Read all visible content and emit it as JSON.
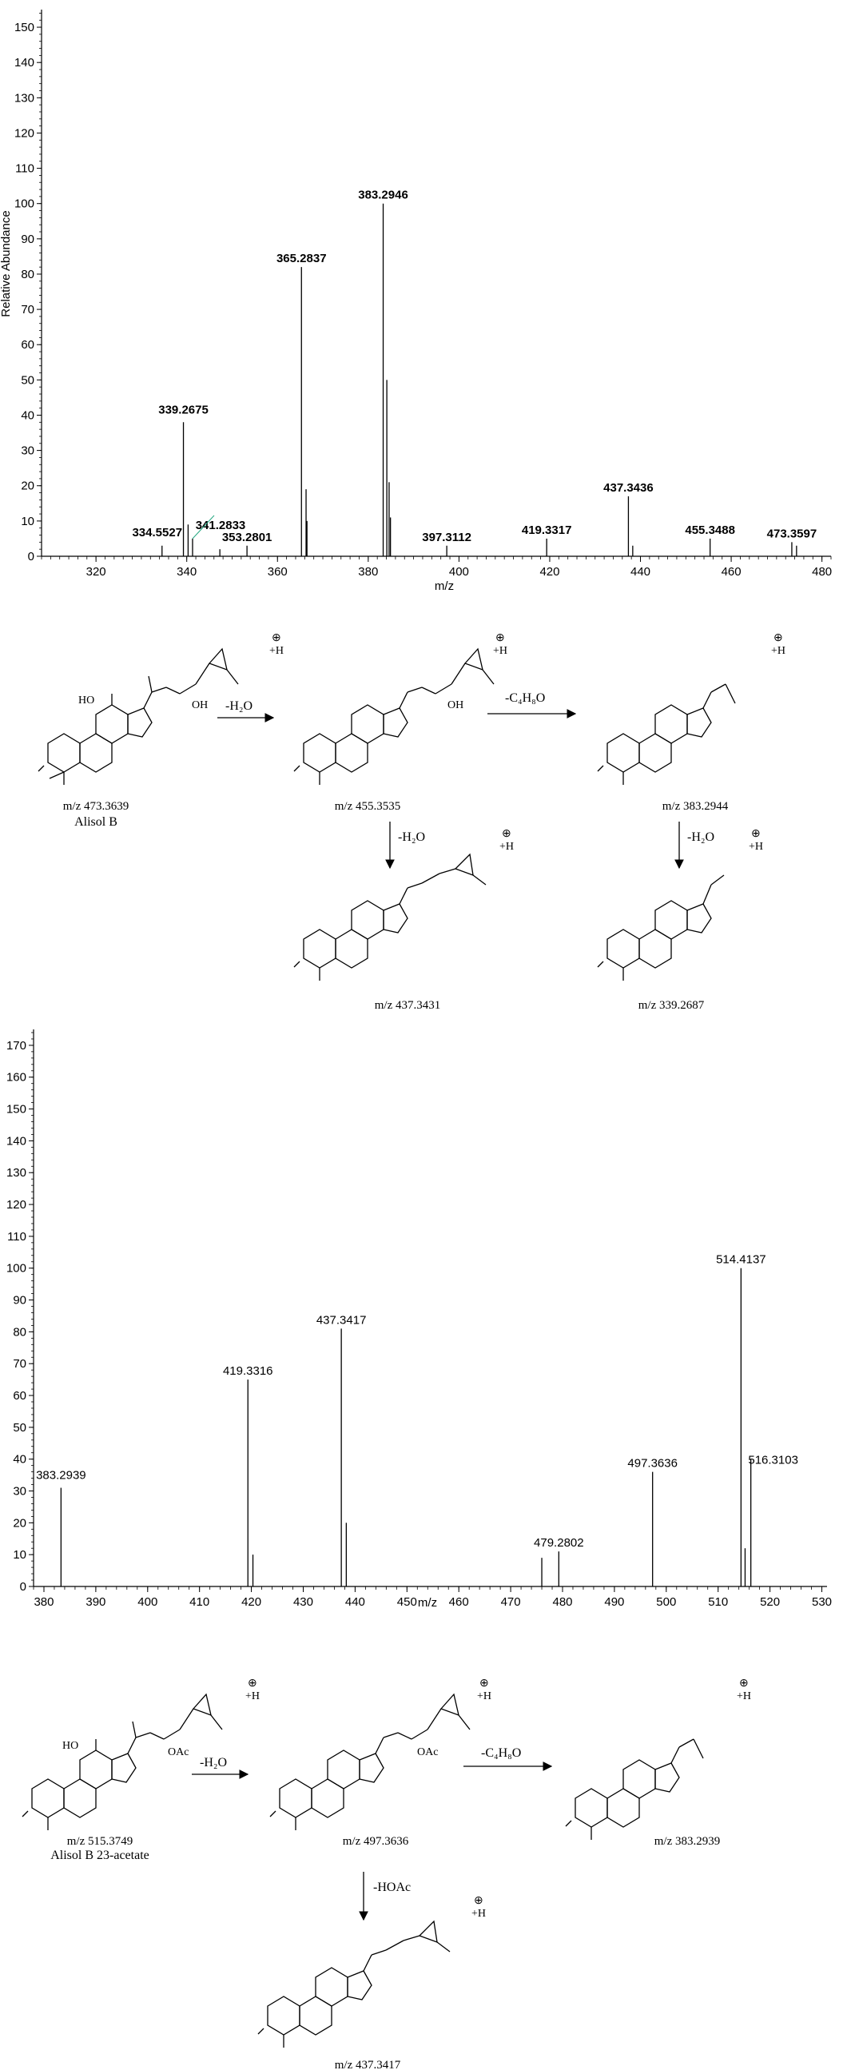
{
  "chart_data": [
    {
      "type": "bar",
      "xlabel": "m/z",
      "ylabel": "Relative Abundance",
      "xlim": [
        308,
        482
      ],
      "ylim": [
        0,
        155
      ],
      "xticks": [
        320,
        340,
        360,
        380,
        400,
        420,
        440,
        460,
        480
      ],
      "yticks": [
        0,
        10,
        20,
        30,
        40,
        50,
        60,
        70,
        80,
        90,
        100,
        110,
        120,
        130,
        140,
        150
      ],
      "peaks": [
        {
          "x": 334.5527,
          "y": 3,
          "label": "334.5527"
        },
        {
          "x": 339.2675,
          "y": 38,
          "label": "339.2675"
        },
        {
          "x": 340.3,
          "y": 9
        },
        {
          "x": 341.2833,
          "y": 5,
          "label": "341.2833"
        },
        {
          "x": 347.3,
          "y": 2
        },
        {
          "x": 353.2801,
          "y": 3,
          "label": "353.2801"
        },
        {
          "x": 365.2837,
          "y": 82,
          "label": "365.2837"
        },
        {
          "x": 366.3,
          "y": 19
        },
        {
          "x": 366.5,
          "y": 10
        },
        {
          "x": 383.2946,
          "y": 100,
          "label": "383.2946"
        },
        {
          "x": 384.1,
          "y": 50
        },
        {
          "x": 384.6,
          "y": 21
        },
        {
          "x": 384.9,
          "y": 11
        },
        {
          "x": 397.3112,
          "y": 3,
          "label": "397.3112"
        },
        {
          "x": 419.3317,
          "y": 5,
          "label": "419.3317"
        },
        {
          "x": 437.3436,
          "y": 17,
          "label": "437.3436"
        },
        {
          "x": 438.3,
          "y": 3
        },
        {
          "x": 455.3488,
          "y": 5,
          "label": "455.3488"
        },
        {
          "x": 473.3597,
          "y": 4,
          "label": "473.3597"
        },
        {
          "x": 474.4,
          "y": 3
        }
      ]
    },
    {
      "type": "bar",
      "xlabel": "m/z",
      "ylabel": "",
      "xlim": [
        378,
        531
      ],
      "ylim": [
        0,
        175
      ],
      "xticks": [
        380,
        390,
        400,
        410,
        420,
        430,
        440,
        450,
        460,
        470,
        480,
        490,
        500,
        510,
        520,
        530
      ],
      "yticks": [
        0,
        10,
        20,
        30,
        40,
        50,
        60,
        70,
        80,
        90,
        100,
        110,
        120,
        130,
        140,
        150,
        160,
        170
      ],
      "peaks": [
        {
          "x": 383.2939,
          "y": 31,
          "label": "383.2939"
        },
        {
          "x": 419.3316,
          "y": 65,
          "label": "419.3316"
        },
        {
          "x": 420.3,
          "y": 10
        },
        {
          "x": 437.3417,
          "y": 81,
          "label": "437.3417"
        },
        {
          "x": 438.3,
          "y": 20
        },
        {
          "x": 476.0,
          "y": 9
        },
        {
          "x": 479.2802,
          "y": 11,
          "label": "479.2802"
        },
        {
          "x": 497.3636,
          "y": 36,
          "label": "497.3636"
        },
        {
          "x": 514.4137,
          "y": 100,
          "label": "514.4137"
        },
        {
          "x": 515.2,
          "y": 12
        },
        {
          "x": 516.3103,
          "y": 40,
          "label": "516.3103"
        }
      ]
    }
  ],
  "scheme1": {
    "compounds": {
      "c1": {
        "mz": "m/z 473.3639",
        "name": "Alisol B"
      },
      "c2": {
        "mz": "m/z 455.3535"
      },
      "c3": {
        "mz": "m/z 383.2944"
      },
      "c4": {
        "mz": "m/z 437.3431"
      },
      "c5": {
        "mz": "m/z 339.2687"
      }
    },
    "arrows": {
      "a1": "-H₂O",
      "a2": "-C₄H₈O",
      "a3": "-H₂O",
      "a4": "-H₂O"
    },
    "groups": {
      "ho": "HO",
      "oh": "OH",
      "charge": "⊕",
      "hplus": "+H"
    }
  },
  "scheme2": {
    "compounds": {
      "c1": {
        "mz": "m/z 515.3749",
        "name": "Alisol B 23-acetate"
      },
      "c2": {
        "mz": "m/z 497.3636"
      },
      "c3": {
        "mz": "m/z 383.2939"
      },
      "c4": {
        "mz": "m/z 437.3417"
      }
    },
    "arrows": {
      "a1": "-H₂O",
      "a2": "-C₄H₈O",
      "a3": "-HOAc"
    },
    "groups": {
      "ho": "HO",
      "oac": "OAc",
      "charge": "⊕",
      "hplus": "+H"
    }
  }
}
